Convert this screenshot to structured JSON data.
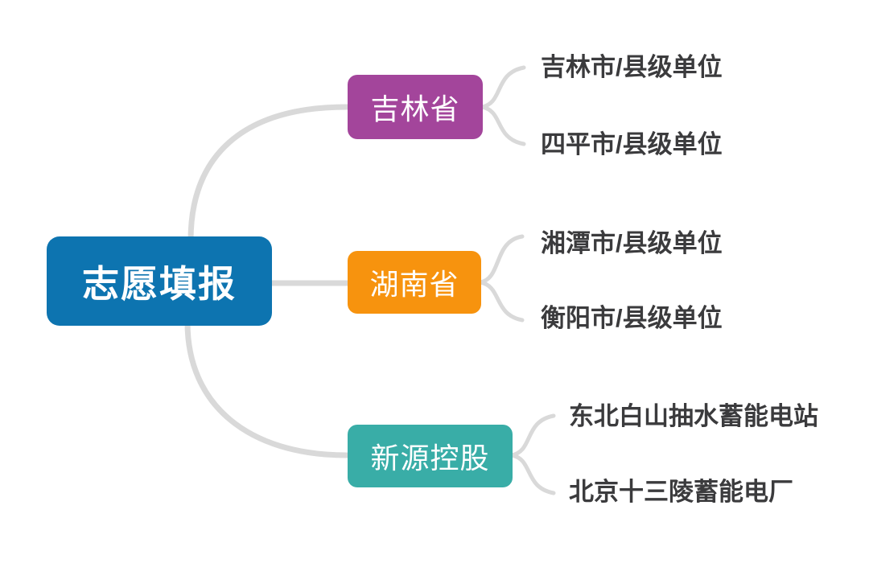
{
  "diagram": {
    "type": "mindmap",
    "root": {
      "label": "志愿填报",
      "color": "#0D74B0",
      "text_color": "#FFFFFF"
    },
    "branches": [
      {
        "label": "吉林省",
        "color": "#A3459B",
        "children": [
          "吉林市/县级单位",
          "四平市/县级单位"
        ]
      },
      {
        "label": "湖南省",
        "color": "#F7930E",
        "children": [
          "湘潭市/县级单位",
          "衡阳市/县级单位"
        ]
      },
      {
        "label": "新源控股",
        "color": "#39ADA7",
        "children": [
          "东北白山抽水蓄能电站",
          "北京十三陵蓄能电厂"
        ]
      }
    ],
    "colors": {
      "connector": "#D9D9D9",
      "leaf_text": "#3B3B3D",
      "background": "#FFFFFF"
    }
  }
}
